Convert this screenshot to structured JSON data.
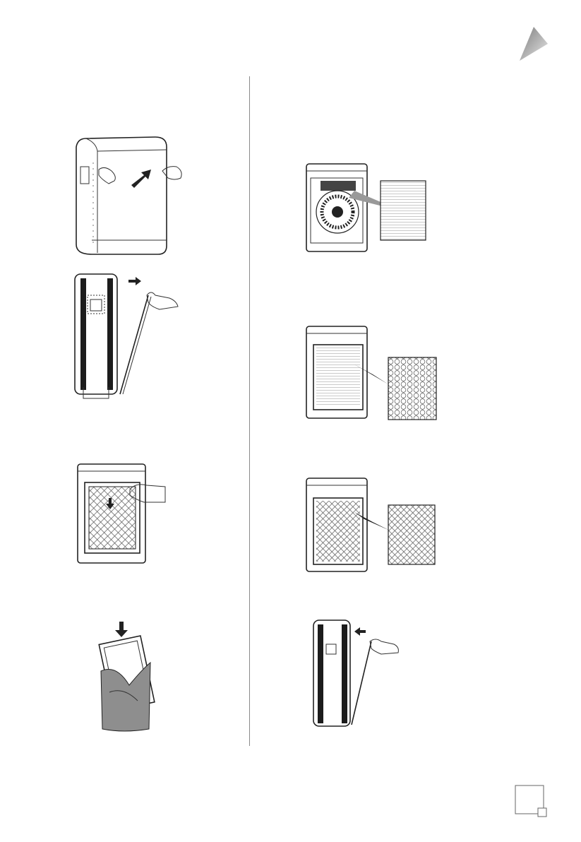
{
  "page": {
    "background": "#ffffff",
    "corner_mark_icon": "triangle-gradient-icon",
    "page_number_box_icon": "page-number-box-icon"
  },
  "colors": {
    "line": "#222222",
    "accent_gradient_start": "#8f8f8f",
    "accent_gradient_end": "#ececec",
    "divider": "#888888"
  },
  "illustrations": {
    "left": [
      {
        "name": "push-top-cover",
        "icon": "hand-arrow-icon"
      },
      {
        "name": "open-rear-panel",
        "icon": "hand-arrow-icon"
      },
      {
        "name": "pull-out-filter",
        "icon": "hand-arrow-icon"
      },
      {
        "name": "remove-filter-bag",
        "icon": "arrow-up-icon"
      }
    ],
    "right": [
      {
        "name": "insert-pre-filter",
        "icon": "arrow-icon"
      },
      {
        "name": "insert-carbon-filter",
        "icon": "arrow-icon"
      },
      {
        "name": "insert-hepa-filter",
        "icon": "arrow-icon"
      },
      {
        "name": "close-rear-panel",
        "icon": "hand-arrow-icon"
      }
    ]
  }
}
